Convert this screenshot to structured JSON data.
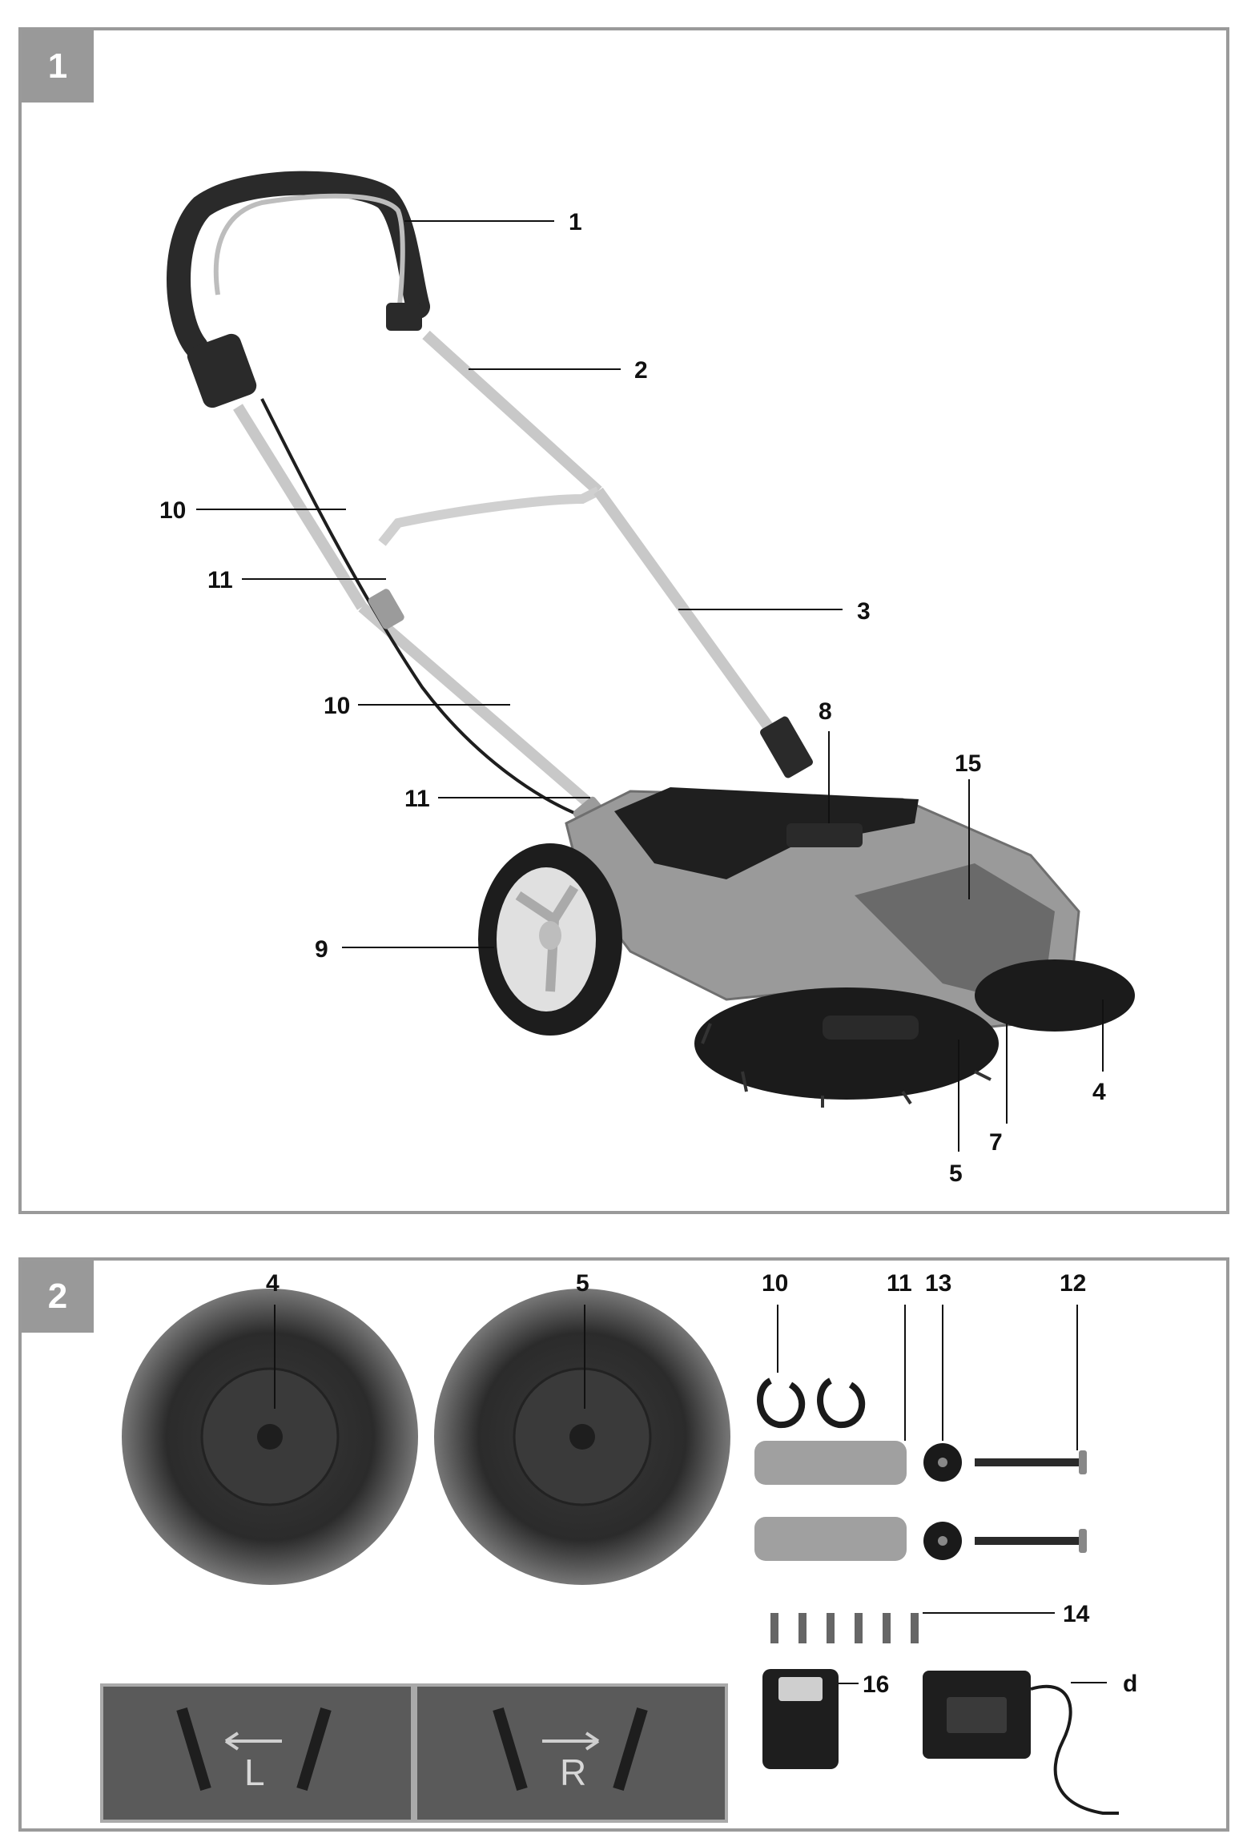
{
  "figure1": {
    "number": "1",
    "callouts": {
      "c1": "1",
      "c2": "2",
      "c3": "3",
      "c4": "4",
      "c5": "5",
      "c7": "7",
      "c8": "8",
      "c9": "9",
      "c10a": "10",
      "c10b": "10",
      "c11a": "11",
      "c11b": "11",
      "c15": "15"
    }
  },
  "figure2": {
    "number": "2",
    "callouts": {
      "c4": "4",
      "c5": "5",
      "c10": "10",
      "c11": "11",
      "c13": "13",
      "c12": "12",
      "c14": "14",
      "c16": "16",
      "cd": "d"
    },
    "brush_marks": {
      "left": "L",
      "right": "R"
    }
  },
  "colors": {
    "frame": "#9a9a9a",
    "tab": "#999999",
    "body_grey": "#8f8f8f",
    "bristle": "#222222"
  }
}
